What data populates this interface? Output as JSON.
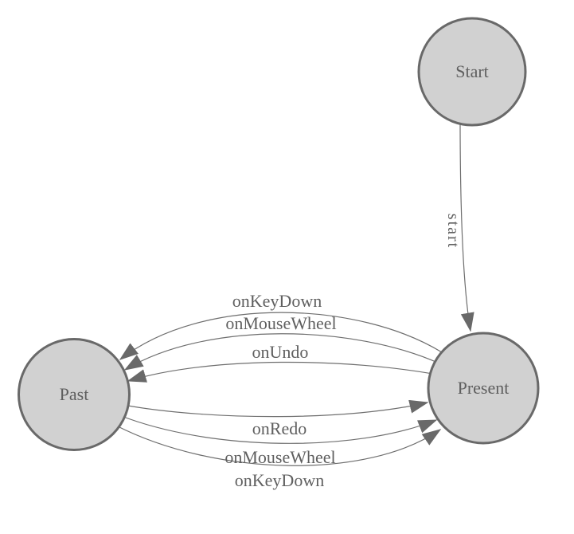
{
  "diagram": {
    "type": "state-machine",
    "background": "#ffffff",
    "colors": {
      "node_fill": "#d1d1d1",
      "node_border": "#696969",
      "edge_line": "#6e6e6e",
      "arrowhead": "#696969",
      "label_text": "#5f5f5f"
    },
    "nodes": [
      {
        "id": "start",
        "label": "Start"
      },
      {
        "id": "past",
        "label": "Past"
      },
      {
        "id": "present",
        "label": "Present"
      }
    ],
    "edges": [
      {
        "from": "Start",
        "to": "Present",
        "label": "start"
      },
      {
        "from": "Present",
        "to": "Past",
        "label": "onKeyDown"
      },
      {
        "from": "Present",
        "to": "Past",
        "label": "onMouseWheel"
      },
      {
        "from": "Present",
        "to": "Past",
        "label": "onUndo"
      },
      {
        "from": "Past",
        "to": "Present",
        "label": "onRedo"
      },
      {
        "from": "Past",
        "to": "Present",
        "label": "onMouseWheel"
      },
      {
        "from": "Past",
        "to": "Present",
        "label": "onKeyDown"
      }
    ]
  }
}
